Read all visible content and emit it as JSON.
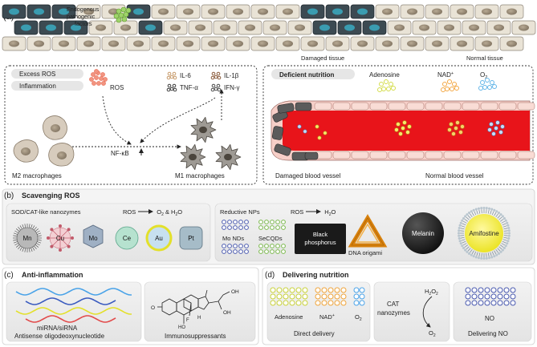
{
  "panel_a": {
    "label": "(a)",
    "endogenous_label": [
      "Endogenous",
      "pathogenic",
      "factors"
    ],
    "damaged_tissue": "Damaged tissue",
    "normal_tissue": "Normal tissue",
    "excess_ros": "Excess ROS",
    "inflammation": "Inflammation",
    "ros": "ROS",
    "il6": "IL-6",
    "tnfa": "TNF-α",
    "il1b": "IL-1β",
    "ifng": "IFN-γ",
    "nfkb": "NF-κB",
    "m2": "M2 macrophages",
    "m1": "M1 macrophages",
    "deficient_nutrition": "Deficient nutrition",
    "adenosine": "Adenosine",
    "nad": "NAD",
    "nad_sup": "+",
    "o2": "O",
    "o2_sub": "2",
    "damaged_vessel": "Damaged blood vessel",
    "normal_vessel": "Normal blood vessel"
  },
  "panel_b": {
    "label": "(b)",
    "title": "Scavenging ROS",
    "sodcat": "SOD/CAT-like nanozymes",
    "ros": "ROS",
    "o2": "O",
    "two": "2",
    "amp": " & H",
    "o_end": "O",
    "nanozymes": [
      "Mn",
      "Cu",
      "Mo",
      "Ce",
      "Au",
      "Pt"
    ],
    "reductive": "Reductive NPs",
    "h2o_h": "H",
    "mo_nds": "Mo NDs",
    "secqds": "SeCQDs",
    "black_phos": [
      "Black",
      "phosphorus"
    ],
    "dna_origami": "DNA origami",
    "melanin": "Melanin",
    "amifostine": "Amifostine"
  },
  "panel_c": {
    "label": "(c)",
    "title": "Anti-inflammation",
    "mirna": "miRNA/siRNA",
    "antisense": "Antisense oligodeoxynucleotide",
    "immuno": "Immunosuppressants",
    "oh": "OH",
    "o": "O",
    "f": "F",
    "ho": "HO",
    "h": "H"
  },
  "panel_d": {
    "label": "(d)",
    "title": "Delivering nutrition",
    "adenosine": "Adenosine",
    "nad": "NAD",
    "nad_sup": "+",
    "o": "O",
    "two": "2",
    "direct": "Direct delivery",
    "cat": "CAT",
    "nanozymes": "nanozymes",
    "h": "H",
    "no": "NO",
    "delivering_no": "Delivering NO"
  },
  "colors": {
    "ros": "#e8705a",
    "adenosine": "#d4dd4a",
    "nad": "#f3a743",
    "o2": "#62b5e8",
    "no": "#4a5ab0",
    "vessel_red": "#e8141a",
    "vessel_wall": "#f6cfc8",
    "cell": "#e9e3d6",
    "damaged_cell": "#3c4a52",
    "damaged_nucleus": "#3a9cb0"
  }
}
